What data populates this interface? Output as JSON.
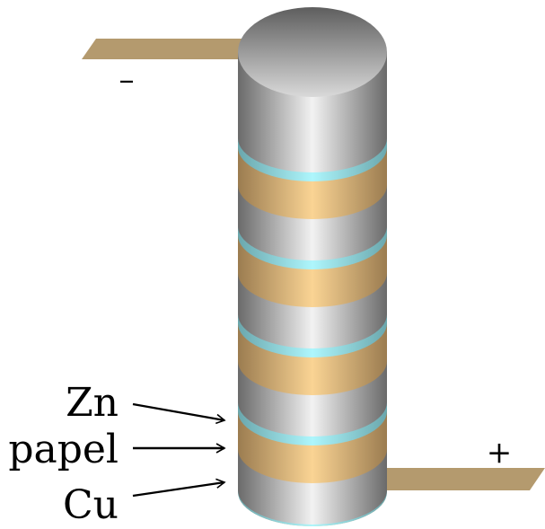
{
  "terminals": {
    "negative": "–",
    "positive": "+"
  },
  "labels": {
    "zn": "Zn",
    "papel": "papel",
    "cu": "Cu"
  },
  "colors": {
    "zinc": "#a8a8a8",
    "copper": "#d7b07c",
    "paper": "#9fe8ee",
    "terminal": "#b49a6e",
    "text": "#000000"
  },
  "stack": {
    "cells": 5,
    "layers_per_cell": [
      "zinc",
      "paper",
      "copper"
    ]
  }
}
